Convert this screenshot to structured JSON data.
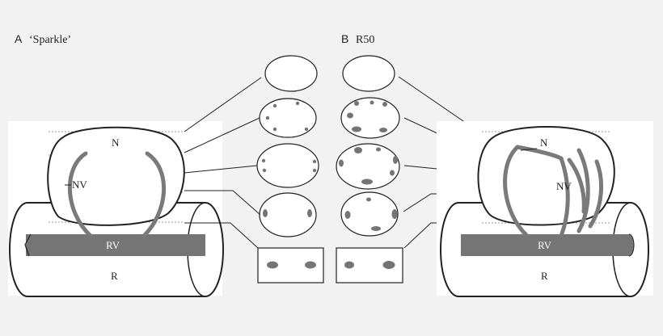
{
  "panel_a": {
    "letter": "A",
    "title": "‘Sparkle’",
    "labels": {
      "nodule": "N",
      "nodule_vasculature": "NV",
      "root_vasculature": "RV",
      "root": "R"
    }
  },
  "panel_b": {
    "letter": "B",
    "title": "R50",
    "labels": {
      "nodule": "N",
      "nodule_vasculature": "NV",
      "root_vasculature": "RV",
      "root": "R"
    }
  },
  "colors": {
    "background": "#f2f2f2",
    "panel_background": "#ffffff",
    "outline": "#222222",
    "vasculature": "#777777",
    "vascular_bundle_spot": "#777777"
  }
}
